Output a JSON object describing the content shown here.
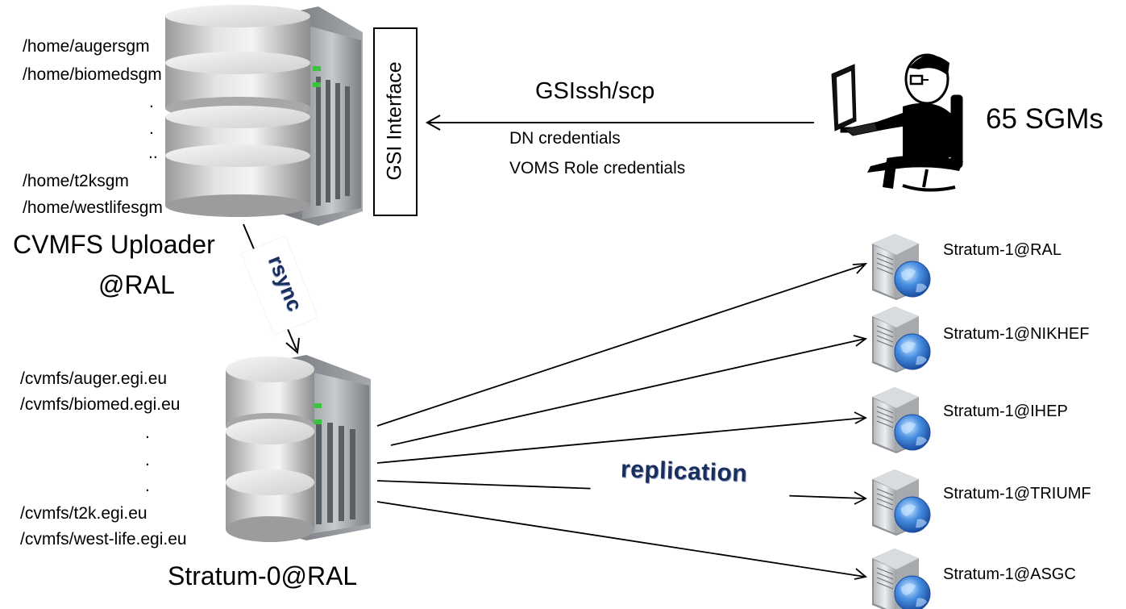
{
  "uploader": {
    "paths": [
      "/home/augersgm",
      "/home/biomedsgm",
      ".",
      ".",
      "..",
      "/home/t2ksgm",
      "/home/westlifesgm"
    ],
    "title_line1": "CVMFS Uploader",
    "title_line2": "@RAL"
  },
  "gsi_interface": {
    "label": "GSI Interface"
  },
  "connection": {
    "protocol": "GSIssh/scp",
    "credential_1": "DN credentials",
    "credential_2": "VOMS Role credentials"
  },
  "sgm_count_label": "65 SGMs",
  "rsync_label": "rsync",
  "stratum0": {
    "paths": [
      "/cvmfs/auger.egi.eu",
      "/cvmfs/biomed.egi.eu",
      ".",
      ".",
      ".",
      "/cvmfs/t2k.egi.eu",
      "/cvmfs/west-life.egi.eu"
    ],
    "title": "Stratum-0@RAL"
  },
  "replication_label": "replication",
  "stratum1": [
    {
      "label": "Stratum-1@RAL"
    },
    {
      "label": "Stratum-1@NIKHEF"
    },
    {
      "label": "Stratum-1@IHEP"
    },
    {
      "label": "Stratum-1@TRIUMF"
    },
    {
      "label": "Stratum-1@ASGC"
    }
  ],
  "icons": {
    "uploader_server": "database-server-icon",
    "stratum0_server": "database-server-icon",
    "user": "person-at-computer-icon",
    "stratum1_server": "web-server-globe-icon"
  }
}
